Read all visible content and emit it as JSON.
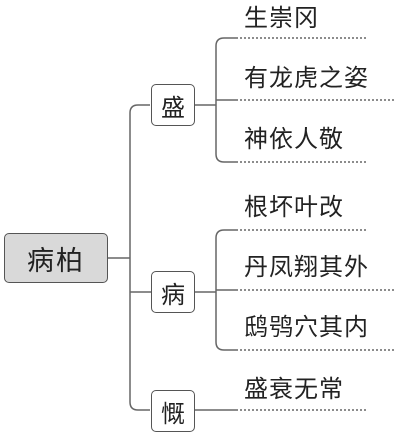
{
  "root": {
    "label": "病柏"
  },
  "branches": [
    {
      "label": "盛",
      "leaves": [
        "生崇冈",
        "有龙虎之姿",
        "神依人敬"
      ]
    },
    {
      "label": "病",
      "leaves": [
        "根坏叶改",
        "丹凤翔其外",
        "鸱鸮穴其内"
      ]
    },
    {
      "label": "慨",
      "leaves": [
        "盛衰无常"
      ]
    }
  ]
}
